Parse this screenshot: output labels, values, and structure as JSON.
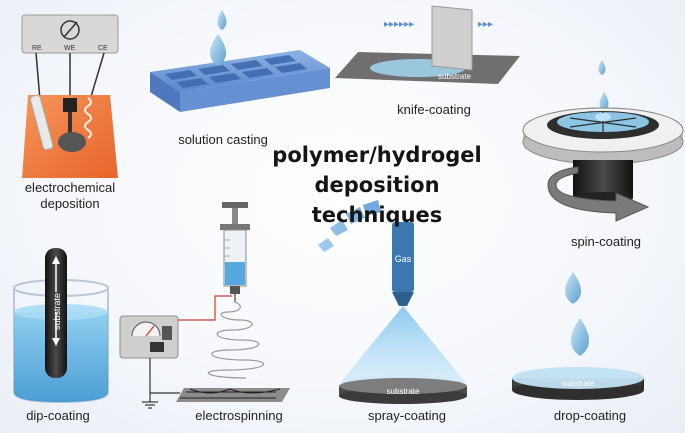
{
  "title": {
    "line1": "polymer/hydrogel",
    "line2": "deposition techniques"
  },
  "techniques": {
    "electrochemical": {
      "line1": "electrochemical",
      "line2": "deposition"
    },
    "solution_casting": "solution casting",
    "knife_coating": "knife-coating",
    "spin_coating": "spin-coating",
    "dip_coating": "dip-coating",
    "electrospinning": "electrospinning",
    "spray_coating": "spray-coating",
    "drop_coating": "drop-coating"
  },
  "electrode_labels": {
    "re": "RE",
    "we": "WE",
    "ce": "CE"
  },
  "substrate_label": "substrate",
  "gas_label": "Gas"
}
